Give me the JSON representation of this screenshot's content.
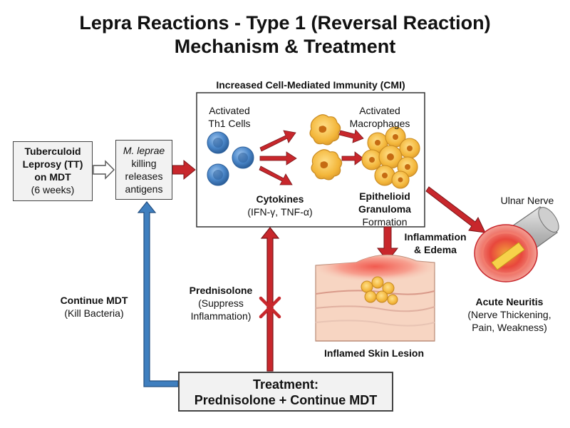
{
  "title": {
    "line1": "Lepra Reactions - Type 1 (Reversal Reaction)",
    "line2": "Mechanism & Treatment"
  },
  "tt_box": {
    "line1": "Tuberculoid",
    "line2": "Leprosy (TT)",
    "line3": "on MDT",
    "line4": "(6 weeks)"
  },
  "antigen_box": {
    "line1": "M. leprae",
    "line2": "killing",
    "line3": "releases",
    "line4": "antigens"
  },
  "cmi": {
    "heading": "Increased Cell-Mediated Immunity (CMI)",
    "th1_line1": "Activated",
    "th1_line2": "Th1 Cells",
    "mac_line1": "Activated",
    "mac_line2": "Macrophages",
    "cytokines_title": "Cytokines",
    "cytokines_detail": "(IFN-γ, TNF-α)",
    "granuloma_line1": "Epithelioid",
    "granuloma_line2": "Granuloma",
    "granuloma_line3": "Formation"
  },
  "inflammation": {
    "line1": "Inflammation",
    "line2": "& Edema"
  },
  "skin": {
    "label": "Inflamed Skin Lesion"
  },
  "nerve": {
    "label": "Ulnar Nerve",
    "title": "Acute Neuritis",
    "detail1": "(Nerve Thickening,",
    "detail2": "Pain, Weakness)"
  },
  "mdt": {
    "title": "Continue MDT",
    "detail": "(Kill Bacteria)"
  },
  "prednisolone": {
    "title": "Prednisolone",
    "detail1": "(Suppress",
    "detail2": "Inflammation)"
  },
  "treatment": {
    "line1": "Treatment:",
    "line2": "Prednisolone + Continue MDT"
  },
  "colors": {
    "red_arrow": "#c8272c",
    "blue_arrow": "#3f7fbf",
    "th1_cell": "#4a86c8",
    "macrophage": "#f3b63a",
    "box_fill": "#f2f2f2"
  }
}
